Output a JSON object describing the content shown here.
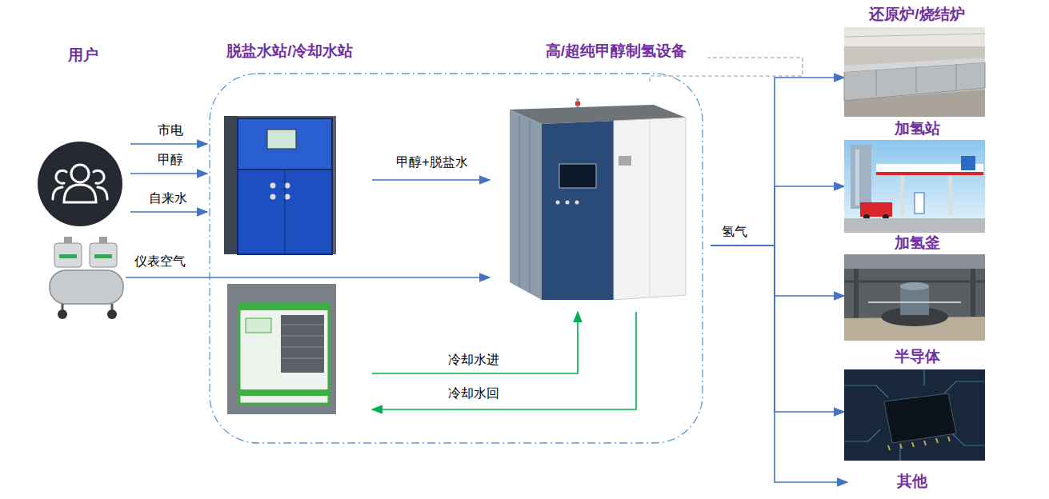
{
  "diagram": {
    "nodes": [
      {
        "text": [
          "用户"
        ]
      },
      {
        "text": [
          "脱盐水站/冷却水站"
        ]
      },
      {
        "text": [
          "高/超纯甲醇制氢设备"
        ]
      },
      {
        "text": [
          "还原炉/烧结炉"
        ]
      },
      {
        "text": [
          "加氢站"
        ]
      },
      {
        "text": [
          "加氢釜"
        ]
      },
      {
        "text": [
          "半导体"
        ]
      },
      {
        "text": [
          "其他"
        ]
      }
    ],
    "edges": [
      {
        "from": 0,
        "to": 1,
        "label": "市电",
        "arrow": "to"
      },
      {
        "from": 0,
        "to": 1,
        "label": "甲醇",
        "arrow": "to"
      },
      {
        "from": 0,
        "to": 1,
        "label": "自来水",
        "arrow": "to"
      },
      {
        "from": 1,
        "to": 2,
        "label": "甲醇+脱盐水",
        "arrow": "to"
      },
      {
        "from": 1,
        "to": 2,
        "label": "冷却水进",
        "arrow": "to"
      },
      {
        "from": 2,
        "to": 1,
        "label": "冷却水回",
        "arrow": "to"
      },
      {
        "from": 2,
        "to": 3,
        "label": "氢气",
        "arrow": "to"
      },
      {
        "from": 2,
        "to": 4,
        "arrow": "to"
      },
      {
        "from": 2,
        "to": 5,
        "arrow": "to"
      },
      {
        "from": 2,
        "to": 6,
        "arrow": "to"
      },
      {
        "from": 2,
        "to": 7,
        "arrow": "to"
      }
    ],
    "labels": [
      "仪表空气"
    ]
  }
}
